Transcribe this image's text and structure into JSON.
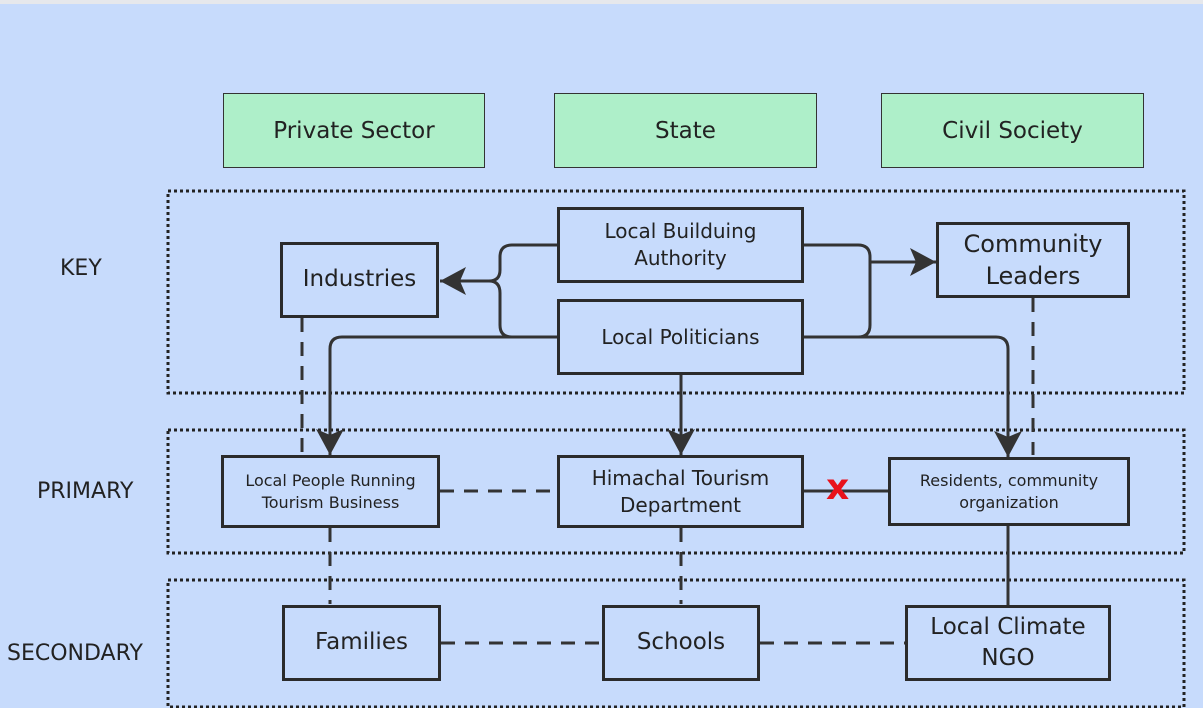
{
  "headers": {
    "private": "Private Sector",
    "state": "State",
    "civil": "Civil Society"
  },
  "bands": {
    "key": "KEY",
    "primary": "PRIMARY",
    "secondary": "SECONDARY"
  },
  "nodes": {
    "industries": "Industries",
    "building_authority": "Local Builduing Authority",
    "politicians": "Local Politicians",
    "community_leaders": "Community Leaders",
    "local_people": "Local People Running Tourism Business",
    "tourism_dept": "Himachal Tourism Department",
    "residents": "Residents, community organization",
    "families": "Families",
    "schools": "Schools",
    "climate_ngo": "Local Climate NGO"
  },
  "broken_link_marker": "x",
  "colors": {
    "background": "#c7dbfc",
    "header_fill": "#aeefc9",
    "line": "#333333",
    "broken_marker": "#e8121b"
  }
}
